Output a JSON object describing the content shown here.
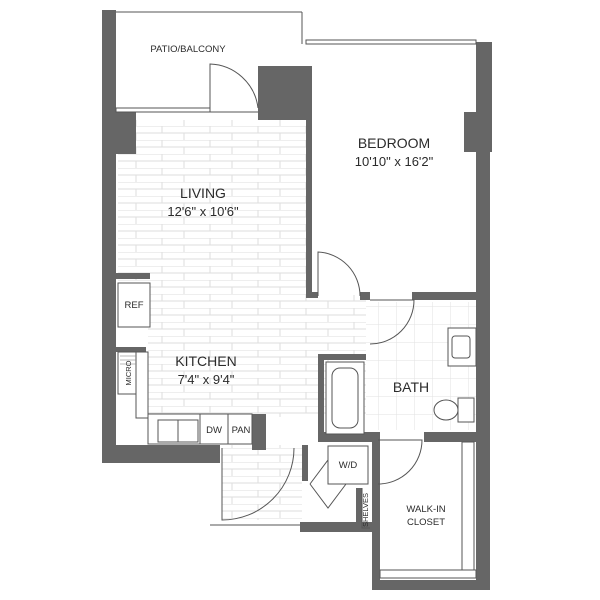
{
  "rooms": {
    "patio": {
      "name": "PATIO/BALCONY"
    },
    "bedroom": {
      "name": "BEDROOM",
      "dims": "10'10\" x 16'2\""
    },
    "living": {
      "name": "LIVING",
      "dims": "12'6\" x 10'6\""
    },
    "kitchen": {
      "name": "KITCHEN",
      "dims": "7'4\" x 9'4\""
    },
    "bath": {
      "name": "BATH"
    },
    "closet": {
      "name_line1": "WALK-IN",
      "name_line2": "CLOSET"
    }
  },
  "fixtures": {
    "ref": "REF",
    "micro": "MICRO",
    "dw": "DW",
    "pan": "PAN",
    "wd": "W/D",
    "shelves": "SHELVES"
  },
  "colors": {
    "wall": "#666666",
    "line": "#555555",
    "floor_grid": "#dddddd"
  }
}
